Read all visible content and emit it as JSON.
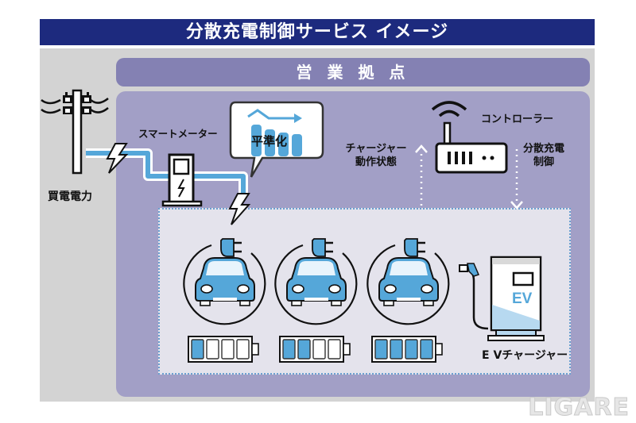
{
  "title": "分散充電制御サービス イメージ",
  "site_label": "営 業 拠 点",
  "labels": {
    "purchased_power": "買電電力",
    "smart_meter": "スマートメーター",
    "leveling": "平準化",
    "controller": "コントローラー",
    "charger_status": [
      "チャージャー",
      "動作状態"
    ],
    "distributed_control": [
      "分散充電",
      "制御"
    ],
    "ev_charger": "E Vチャージャー",
    "ev_mark": "EV"
  },
  "vehicles": [
    {
      "name": "ev-1",
      "battery_level_segments": 1,
      "battery_total_segments": 4
    },
    {
      "name": "ev-2",
      "battery_level_segments": 2,
      "battery_total_segments": 4
    },
    {
      "name": "ev-3",
      "battery_level_segments": 4,
      "battery_total_segments": 4
    }
  ],
  "watermark": "LIGARE",
  "colors": {
    "header": "#1d2a7e",
    "site_bar": "#8481b3",
    "site_panel": "#a29fc6",
    "ev_area": "#e4e3ec",
    "accent_blue": "#55a7d9",
    "body_bg": "#d3d3d3"
  }
}
